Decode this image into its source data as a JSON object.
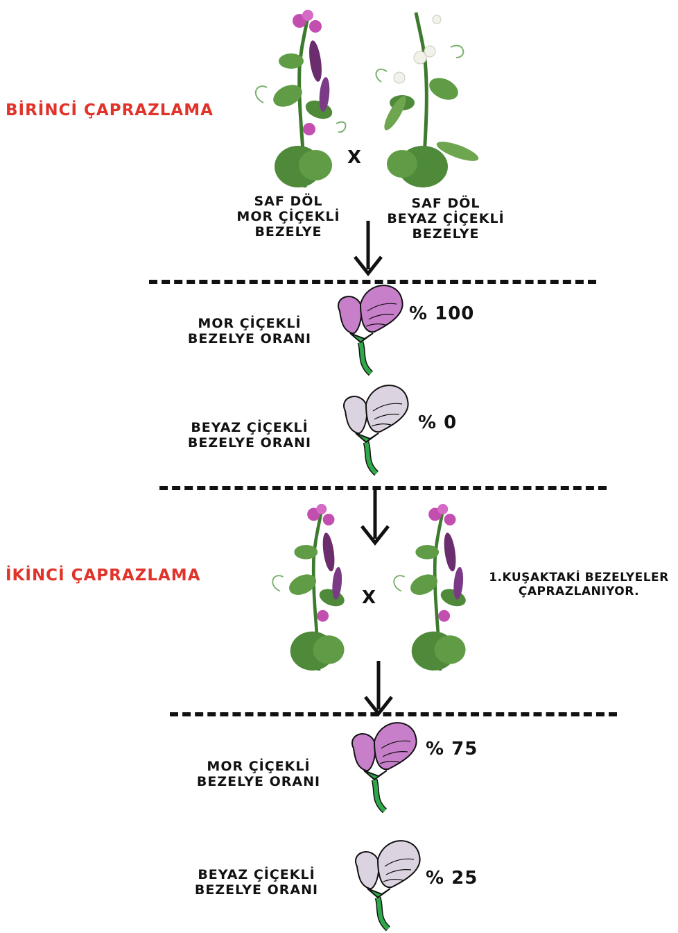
{
  "headings": {
    "first_cross": "BİRİNCİ ÇAPRAZLAMA",
    "second_cross": "İKİNCİ ÇAPRAZLAMA"
  },
  "parents": {
    "cross_symbol": "X",
    "purple_parent": [
      "SAF DÖL",
      "MOR ÇİÇEKLİ",
      "BEZELYE"
    ],
    "white_parent": [
      "SAF DÖL",
      "BEYAZ ÇİÇEKLİ",
      "BEZELYE"
    ]
  },
  "generation1": {
    "purple": {
      "label": [
        "MOR ÇİÇEKLİ",
        "BEZELYE ORANI"
      ],
      "percent": "% 100"
    },
    "white": {
      "label": [
        "BEYAZ ÇİÇEKLİ",
        "BEZELYE ORANI"
      ],
      "percent": "% 0"
    }
  },
  "second_cross": {
    "cross_symbol": "X",
    "note": [
      "1.KUŞAKTAKİ BEZELYELER",
      "ÇAPRAZLANIYOR."
    ]
  },
  "generation2": {
    "purple": {
      "label": [
        "MOR ÇİÇEKLİ",
        "BEZELYE ORANI"
      ],
      "percent": "% 75"
    },
    "white": {
      "label": [
        "BEYAZ ÇİÇEKLİ",
        "BEZELYE ORANI"
      ],
      "percent": "% 25"
    }
  },
  "colors": {
    "heading": "#e0332a",
    "purple_flower": "#c77fc9",
    "white_flower": "#dcd3e0",
    "stem": "#2fa84a",
    "leaf": "#4f8a3a"
  },
  "icons": {
    "purple_plant": "pea-plant-purple-flower-icon",
    "white_plant": "pea-plant-white-flower-icon",
    "purple_flower": "purple-pea-flower-icon",
    "white_flower": "white-pea-flower-icon",
    "arrow": "down-arrow-icon"
  }
}
